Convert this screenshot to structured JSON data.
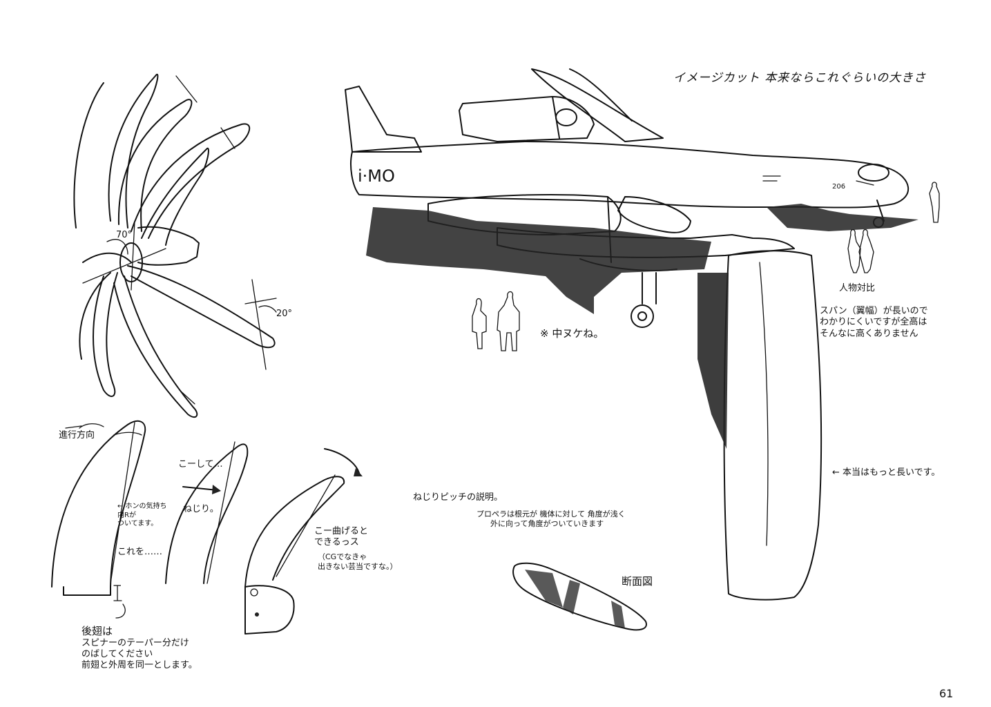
{
  "image_title": "イメージカット 本来ならこれぐらいの大きさ",
  "fuselage_marking": "i·MO",
  "fuselage_number": "206",
  "angle_labels": {
    "pitch_70": "70°",
    "pitch_20": "20°"
  },
  "notes": {
    "hollow_note": "※ 中ヌケね。",
    "scale_compare": "人物対比",
    "span_note": [
      "スパン（翼幅）が長いので",
      "わかりにくいですが全高は",
      "そんなに高くありません"
    ],
    "actual_longer": "← 本当はもっと長いです。"
  },
  "blade_steps": {
    "direction": "進行方向",
    "inner_r": [
      "← ホンの気持ち",
      "内Rが",
      "ついてます。"
    ],
    "this": "これを……",
    "like_this": "こーして…",
    "twist": "ねじり。",
    "bend_result": [
      "こー曲げると",
      "できるっス"
    ],
    "cg_note": [
      "（CGでなきゃ",
      "出きない芸当ですな。）"
    ],
    "trailing_edge": [
      "後翅は",
      "スピナーのテーパー分だけ",
      "のばしてください",
      "前翅と外周を同一とします。"
    ]
  },
  "pitch_explain": {
    "heading": "ねじりピッチの説明。",
    "body": [
      "プロペラは根元が 機体に対して 角度が浅く",
      "外に向って角度がついていきます"
    ]
  },
  "section_label": "断面図",
  "page_number": "61"
}
